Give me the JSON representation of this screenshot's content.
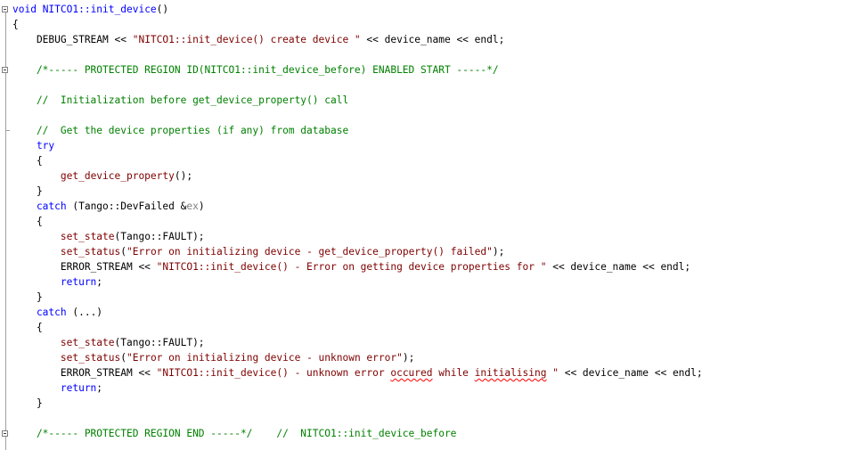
{
  "editor": {
    "lines": [
      [
        {
          "t": "void ",
          "c": "kw"
        },
        {
          "t": "NITCO1::init_device",
          "c": "kw"
        },
        {
          "t": "()",
          "c": "plain"
        }
      ],
      [
        {
          "t": "{",
          "c": "plain"
        }
      ],
      [
        {
          "t": "    DEBUG_STREAM << ",
          "c": "plain"
        },
        {
          "t": "\"NITCO1::init_device() create device \"",
          "c": "str"
        },
        {
          "t": " << device_name << endl;",
          "c": "plain"
        }
      ],
      [],
      [
        {
          "t": "    /*----- PROTECTED REGION ID(NITCO1::init_device_before) ENABLED START -----*/",
          "c": "cm"
        }
      ],
      [],
      [
        {
          "t": "    //  Initialization before get_device_property() call",
          "c": "cm"
        }
      ],
      [],
      [
        {
          "t": "    //  Get the device properties (if any) from database",
          "c": "cm"
        }
      ],
      [
        {
          "t": "    try",
          "c": "kw"
        }
      ],
      [
        {
          "t": "    {",
          "c": "plain"
        }
      ],
      [
        {
          "t": "        ",
          "c": "plain"
        },
        {
          "t": "get_device_property",
          "c": "fn"
        },
        {
          "t": "();",
          "c": "plain"
        }
      ],
      [
        {
          "t": "    }",
          "c": "plain"
        }
      ],
      [
        {
          "t": "    catch",
          "c": "kw"
        },
        {
          "t": " (Tango::DevFailed &",
          "c": "plain"
        },
        {
          "t": "ex",
          "c": "param"
        },
        {
          "t": ")",
          "c": "plain"
        }
      ],
      [
        {
          "t": "    {",
          "c": "plain"
        }
      ],
      [
        {
          "t": "        ",
          "c": "plain"
        },
        {
          "t": "set_state",
          "c": "fn"
        },
        {
          "t": "(Tango::FAULT);",
          "c": "plain"
        }
      ],
      [
        {
          "t": "        ",
          "c": "plain"
        },
        {
          "t": "set_status",
          "c": "fn"
        },
        {
          "t": "(",
          "c": "plain"
        },
        {
          "t": "\"Error on initializing device - get_device_property() failed\"",
          "c": "str"
        },
        {
          "t": ");",
          "c": "plain"
        }
      ],
      [
        {
          "t": "        ERROR_STREAM << ",
          "c": "plain"
        },
        {
          "t": "\"NITCO1::init_device() - Error on getting device properties for \"",
          "c": "str"
        },
        {
          "t": " << device_name << endl;",
          "c": "plain"
        }
      ],
      [
        {
          "t": "        return",
          "c": "kw"
        },
        {
          "t": ";",
          "c": "plain"
        }
      ],
      [
        {
          "t": "    }",
          "c": "plain"
        }
      ],
      [
        {
          "t": "    catch",
          "c": "kw"
        },
        {
          "t": " (...)",
          "c": "plain"
        }
      ],
      [
        {
          "t": "    {",
          "c": "plain"
        }
      ],
      [
        {
          "t": "        ",
          "c": "plain"
        },
        {
          "t": "set_state",
          "c": "fn"
        },
        {
          "t": "(Tango::FAULT);",
          "c": "plain"
        }
      ],
      [
        {
          "t": "        ",
          "c": "plain"
        },
        {
          "t": "set_status",
          "c": "fn"
        },
        {
          "t": "(",
          "c": "plain"
        },
        {
          "t": "\"Error on initializing device - unknown error\"",
          "c": "str"
        },
        {
          "t": ");",
          "c": "plain"
        }
      ],
      [
        {
          "t": "        ERROR_STREAM << ",
          "c": "plain"
        },
        {
          "t": "\"NITCO1::init_device() - unknown error ",
          "c": "str"
        },
        {
          "t": "occured",
          "c": "str",
          "sq": true
        },
        {
          "t": " while ",
          "c": "str"
        },
        {
          "t": "initialising",
          "c": "str",
          "sq": true
        },
        {
          "t": " \"",
          "c": "str"
        },
        {
          "t": " << device_name << endl;",
          "c": "plain"
        }
      ],
      [
        {
          "t": "        return",
          "c": "kw"
        },
        {
          "t": ";",
          "c": "plain"
        }
      ],
      [
        {
          "t": "    }",
          "c": "plain"
        }
      ],
      [],
      [
        {
          "t": "    /*----- PROTECTED REGION END -----*/    //  NITCO1::init_device_before",
          "c": "cm"
        }
      ]
    ],
    "fold_markers": [
      0,
      4,
      28
    ],
    "fold_ticks": [
      8
    ]
  }
}
